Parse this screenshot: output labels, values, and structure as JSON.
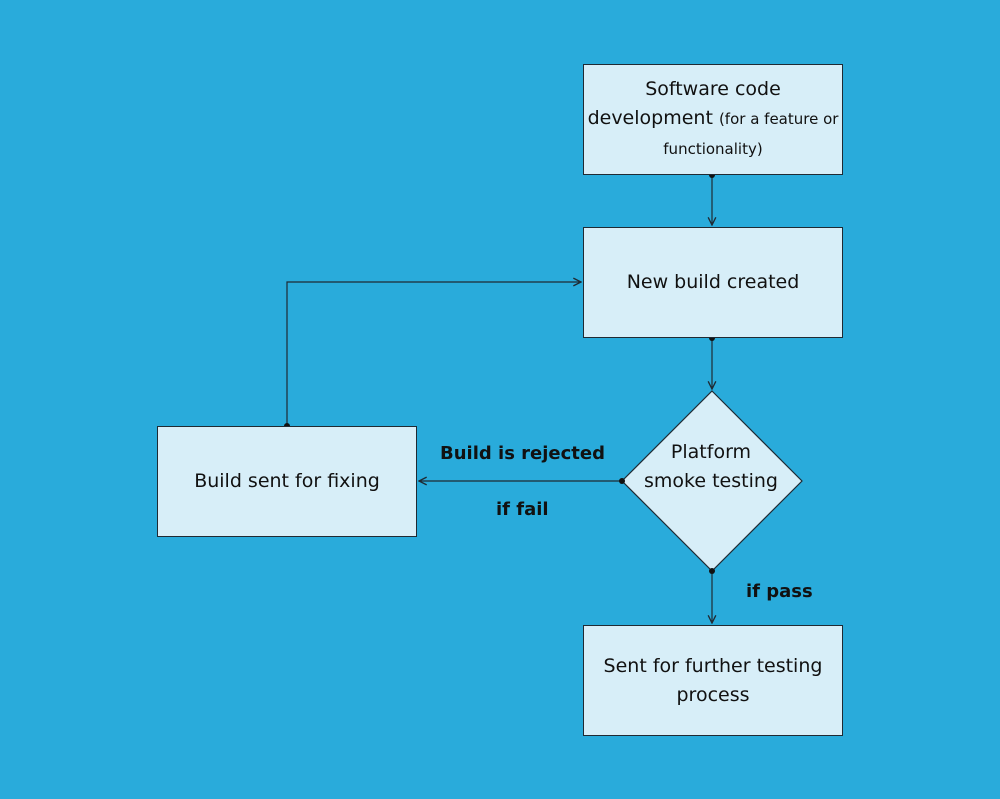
{
  "nodes": {
    "dev": {
      "main": "Software code development",
      "detail": "(for a feature or functionality)"
    },
    "build": {
      "label": "New build created"
    },
    "smoke": {
      "label": "Platform smoke testing"
    },
    "fix": {
      "label": "Build sent for fixing"
    },
    "further": {
      "label": "Sent for further testing process"
    }
  },
  "edges": {
    "rejected": "Build is rejected",
    "fail": "if fail",
    "pass": "if pass"
  },
  "colors": {
    "background": "#29abdb",
    "node_fill": "#d7eef8",
    "stroke": "#1f2a33"
  }
}
